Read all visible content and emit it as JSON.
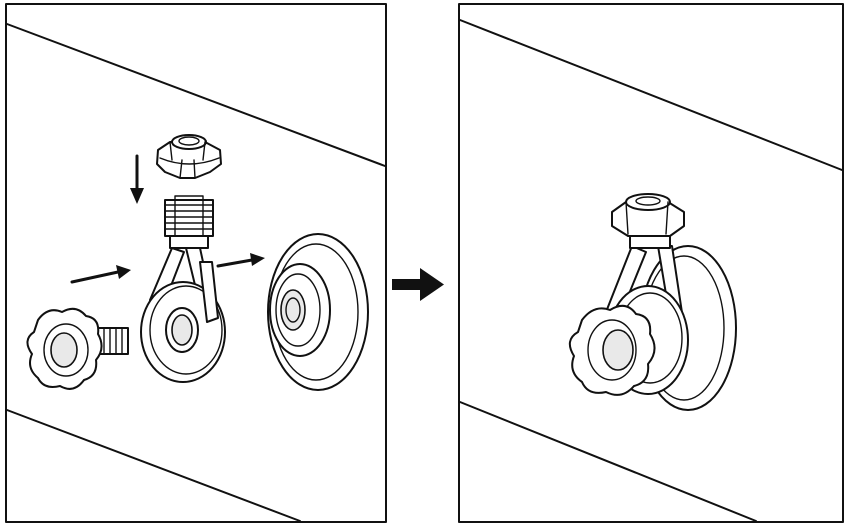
{
  "diagram": {
    "panels": [
      {
        "name": "exploded-view",
        "state": "parts separated"
      },
      {
        "name": "assembled-view",
        "state": "parts joined"
      }
    ],
    "parts": [
      "knob-nut",
      "clamp-bracket",
      "star-knob-bolt",
      "suction-cup-base"
    ],
    "colors": {
      "ink": "#111111",
      "paper": "#ffffff",
      "shade": "#e9e9e9"
    }
  }
}
